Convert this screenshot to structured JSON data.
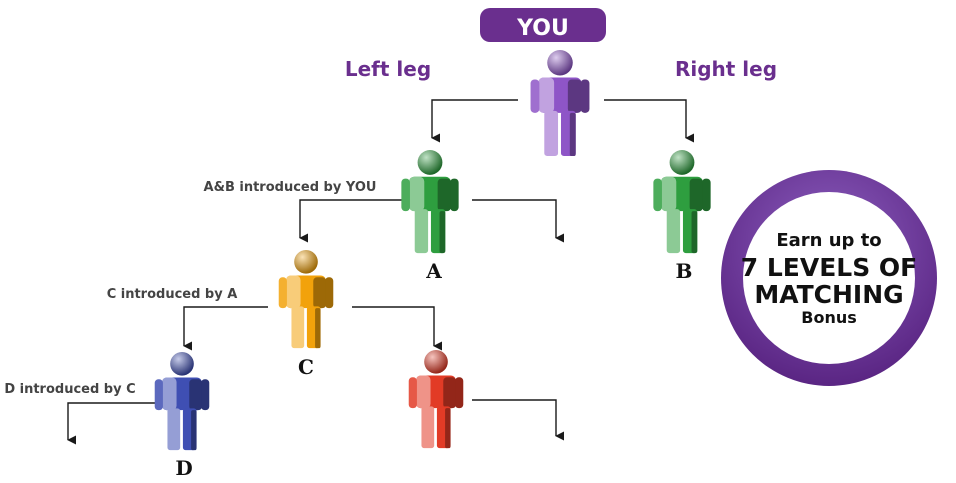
{
  "header": {
    "you_label": "YOU"
  },
  "legs": {
    "left": "Left leg",
    "right": "Right leg"
  },
  "nodes": {
    "a": "A",
    "b": "B",
    "c": "C",
    "d": "D"
  },
  "introductions": {
    "ab": "A&B introduced by YOU",
    "c": "C introduced by A",
    "d": "D introduced by C"
  },
  "badge": {
    "line1": "Earn up to",
    "line2": "7 LEVELS OF",
    "line3": "MATCHING",
    "line4": "Bonus"
  },
  "colors": {
    "brand_purple": "#6a2f8e",
    "you_figure": "#8e55c7",
    "green_figure": "#2e9e3f",
    "yellow_figure": "#f2a20b",
    "blue_figure": "#3f4fb3",
    "red_figure": "#e23b26",
    "arrow": "#1a1a1a"
  },
  "icons": {
    "you": "person-figure-purple",
    "a": "person-figure-green",
    "b": "person-figure-green",
    "c": "person-figure-yellow",
    "d": "person-figure-blue",
    "unnamed": "person-figure-red",
    "arrow": "arrow-down-icon"
  }
}
